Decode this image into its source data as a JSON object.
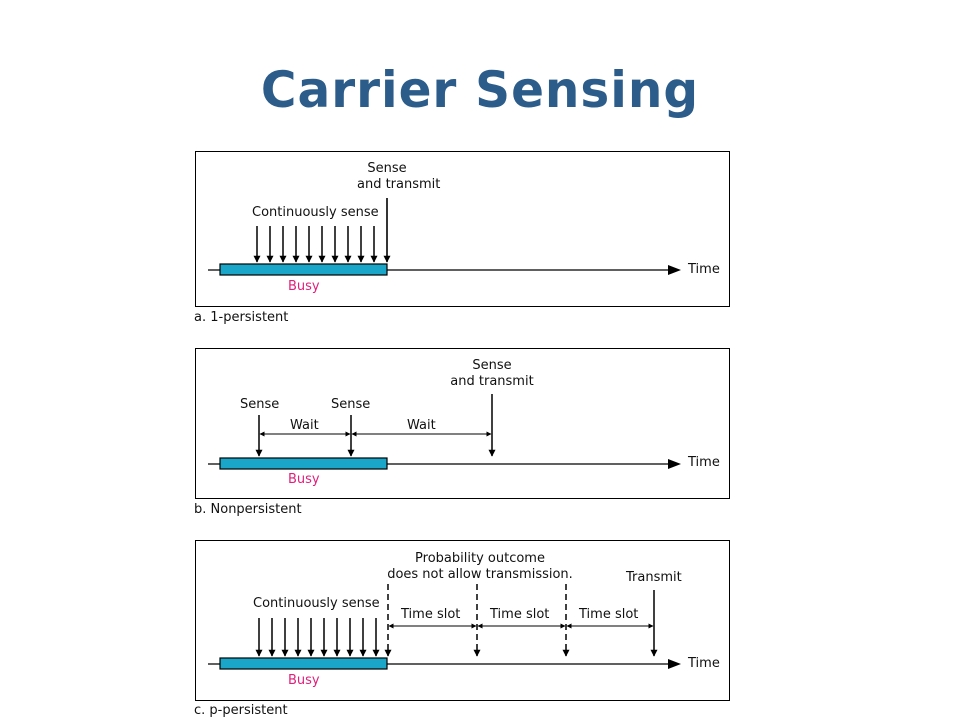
{
  "title": "Carrier Sensing",
  "colors": {
    "title": "#2b5c8a",
    "busy_bar": "#1aa6c9",
    "busy_text": "#e0207a"
  },
  "panel_a": {
    "caption": "a. 1-persistent",
    "sense_and_transmit": [
      "Sense",
      "and transmit"
    ],
    "continuously_sense": "Continuously sense",
    "busy": "Busy",
    "time": "Time"
  },
  "panel_b": {
    "caption": "b. Nonpersistent",
    "sense_1": "Sense",
    "sense_2": "Sense",
    "sense_and_transmit": [
      "Sense",
      "and transmit"
    ],
    "wait_1": "Wait",
    "wait_2": "Wait",
    "busy": "Busy",
    "time": "Time"
  },
  "panel_c": {
    "caption": "c. p-persistent",
    "probability": [
      "Probability outcome",
      "does not allow transmission."
    ],
    "transmit": "Transmit",
    "continuously_sense": "Continuously sense",
    "time_slot_1": "Time slot",
    "time_slot_2": "Time slot",
    "time_slot_3": "Time slot",
    "busy": "Busy",
    "time": "Time"
  }
}
